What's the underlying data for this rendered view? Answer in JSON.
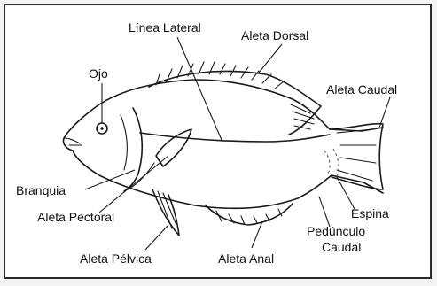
{
  "diagram": {
    "labels": {
      "linea_lateral": "Línea Lateral",
      "aleta_dorsal": "Aleta Dorsal",
      "ojo": "Ojo",
      "aleta_caudal": "Aleta Caudal",
      "branquia": "Branquia",
      "aleta_pectoral": "Aleta Pectoral",
      "espina": "Espina",
      "pedunculo_1": "Pedúnculo",
      "pedunculo_2": "Caudal",
      "aleta_pelvica": "Aleta Pélvica",
      "aleta_anal": "Aleta Anal"
    }
  }
}
